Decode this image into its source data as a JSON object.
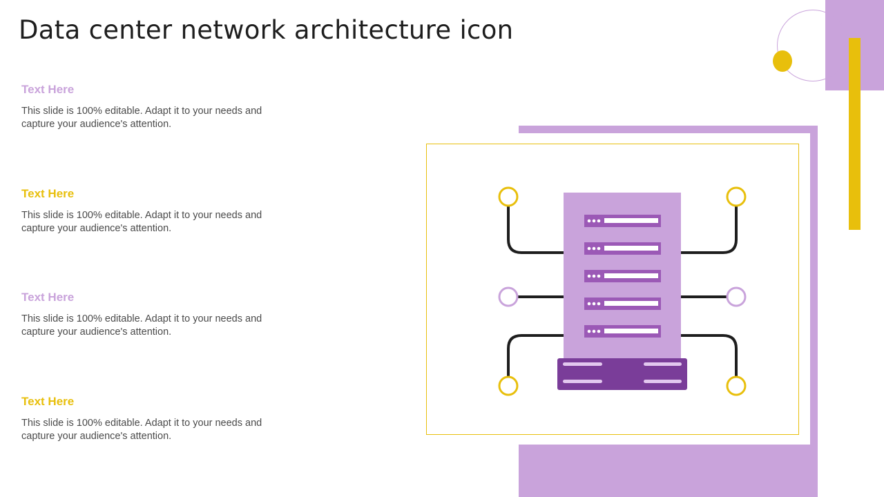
{
  "slide": {
    "title": "Data center network architecture icon"
  },
  "text_blocks": [
    {
      "heading": "Text Here",
      "body": "This slide is 100% editable. Adapt it to your needs and capture your audience's attention.",
      "heading_color": "#c9a3db"
    },
    {
      "heading": "Text Here",
      "body": "This slide is 100% editable. Adapt it to your needs and capture your audience's attention.",
      "heading_color": "#e8bf0c"
    },
    {
      "heading": "Text Here",
      "body": "This slide is 100% editable. Adapt it to your needs and capture your audience's attention.",
      "heading_color": "#c9a3db"
    },
    {
      "heading": "Text Here",
      "body": "This slide is 100% editable. Adapt it to your needs and capture your audience's attention.",
      "heading_color": "#e8bf0c"
    }
  ],
  "icon": {
    "name": "data-center-server-network-icon",
    "node_count": 6,
    "server_slot_count": 5
  },
  "colors": {
    "accent_purple": "#c9a3db",
    "accent_yellow": "#e8bf0c",
    "server_dark_purple": "#7a3d99",
    "slot_purple": "#9b59b6",
    "title_text": "#1e1e1e",
    "body_text": "#4a4a4a",
    "connector_line": "#1e1e1e"
  }
}
